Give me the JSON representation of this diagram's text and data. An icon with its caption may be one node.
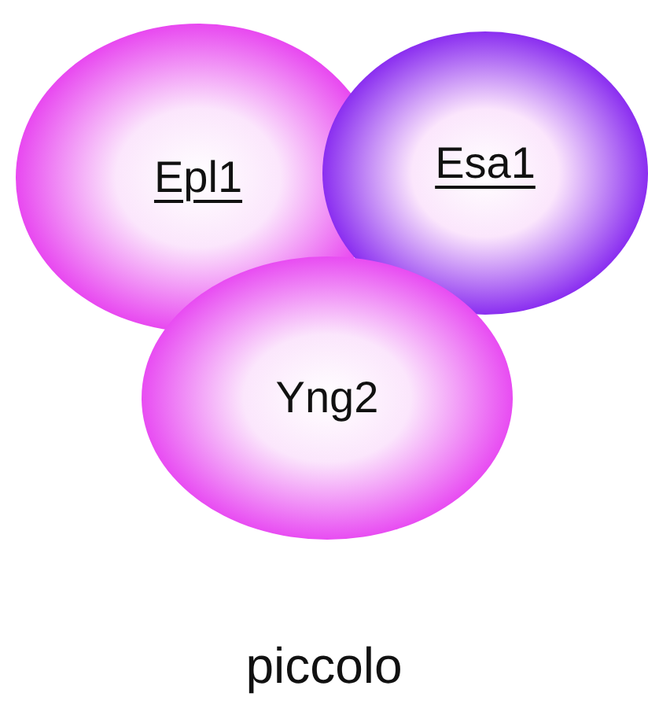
{
  "diagram": {
    "caption": "piccolo",
    "nodes": [
      {
        "text": [
          "Epl1"
        ]
      },
      {
        "text": [
          "Esa1"
        ]
      },
      {
        "text": [
          "Yng2"
        ]
      }
    ]
  }
}
